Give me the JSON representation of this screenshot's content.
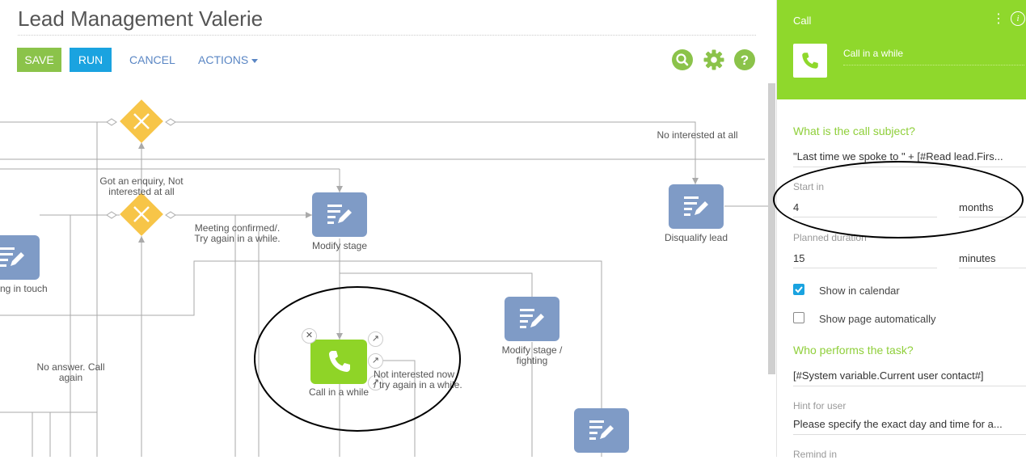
{
  "header": {
    "title": "Lead Management Valerie",
    "save_label": "SAVE",
    "run_label": "RUN",
    "cancel_label": "CANCEL",
    "actions_label": "ACTIONS",
    "icons": [
      "search-icon",
      "gear-icon",
      "help-icon"
    ]
  },
  "diagram": {
    "labels": {
      "no_interested": "No interested at all",
      "enquiry": "Got an enquiry, Not interested at all",
      "meeting_confirmed": "Meeting confirmed/.",
      "try_again": "Try again in a while.",
      "no_answer": "No answer. Call again",
      "not_interested_now": "Not interested now",
      "try_again_2": "/ try again in a while."
    },
    "nodes": {
      "modify_stage": "Modify stage",
      "disqualify_lead": "Disqualify lead",
      "in_touch": "ng in touch",
      "modify_stage_fighting": "Modify stage / fighting",
      "call_in_a_while": "Call in a while"
    }
  },
  "panel": {
    "header_title": "Call",
    "element_name": "Call in a while",
    "call_subject_heading": "What is the call subject?",
    "call_subject_value": "\"Last time we spoke to \" + [#Read lead.Firs...",
    "start_in_label": "Start in",
    "start_in_value": "4",
    "start_in_unit": "months",
    "planned_duration_label": "Planned duration",
    "planned_duration_value": "15",
    "planned_duration_unit": "minutes",
    "show_in_calendar_label": "Show in calendar",
    "show_in_calendar_checked": true,
    "show_page_auto_label": "Show page automatically",
    "show_page_auto_checked": false,
    "who_performs_heading": "Who performs the task?",
    "performer_value": "[#System variable.Current user contact#]",
    "hint_label": "Hint for user",
    "hint_value": "Please specify the exact day and time for a...",
    "remind_in_label": "Remind in"
  },
  "colors": {
    "save": "#8bc34a",
    "run": "#1aa3e0",
    "link": "#5a86c4",
    "panel_header": "#8fd82c",
    "section_heading": "#8fcf3a",
    "task_node": "#7f9bc6",
    "gateway": "#f7c548",
    "call_node": "#8fd427"
  }
}
